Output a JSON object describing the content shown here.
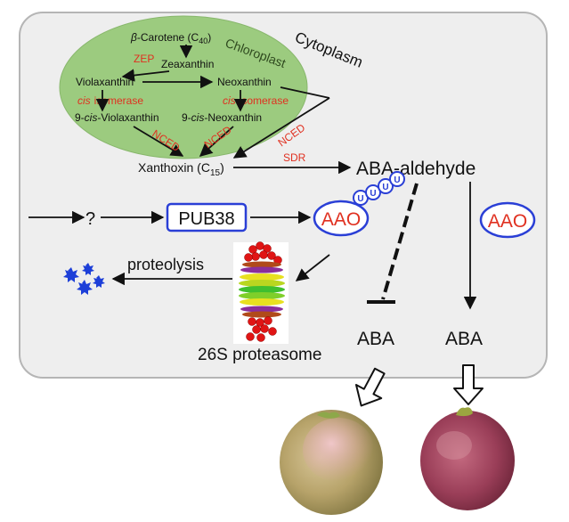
{
  "compartments": {
    "cytoplasm": "Cytoplasm",
    "chloroplast": "Chloroplast"
  },
  "metabolites": {
    "beta_carotene_prefix": "β",
    "beta_carotene_rest": "-Carotene (C",
    "beta_carotene_sub": "40",
    "close_paren": ")",
    "zeaxanthin": "Zeaxanthin",
    "violaxanthin": "Violaxanthin",
    "neoxanthin": "Neoxanthin",
    "nine_prefix": "9-",
    "cis": "cis",
    "cis_violaxanthin_rest": "-Violaxanthin",
    "cis_neoxanthin_rest": "-Neoxanthin",
    "xanthoxin": "Xanthoxin (C",
    "xanthoxin_sub": "15",
    "aba_aldehyde": "ABA-aldehyde",
    "aba": "ABA"
  },
  "enzymes": {
    "zep": "ZEP",
    "isomerase": "isomerase",
    "nced": "NCED",
    "sdr": "SDR",
    "aao": "AAO"
  },
  "regulation": {
    "unknown": "?",
    "pub38": "PUB38",
    "ubiquitin": "U",
    "proteolysis": "proteolysis",
    "proteasome": "26S proteasome"
  },
  "colors": {
    "enzyme_text": "#e03020",
    "chloroplast_fill": "#9ccb7f",
    "cytoplasm_fill": "#eeeeee",
    "pub38_border": "#2a3fd6",
    "fragments": "#1d3fd8"
  }
}
